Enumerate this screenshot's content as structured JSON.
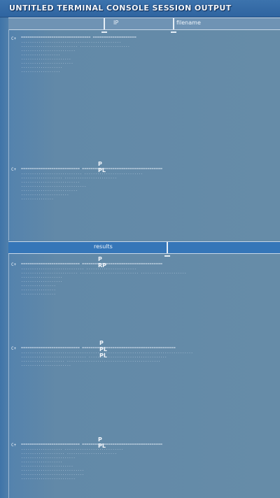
{
  "window": {
    "title": "UNTITLED TERMINAL CONSOLE SESSION OUTPUT"
  },
  "top_bar": {
    "tab_label": "IP",
    "right_label": "filename"
  },
  "mid_bar": {
    "tab_label": "results"
  },
  "sections": [
    {
      "marker": "C+",
      "rows": [
        "================================  ====================",
        "..............................................",
        "..........................  .......................",
        ".........................",
        "..................",
        ".......................",
        "........................",
        "...................",
        ".................."
      ]
    },
    {
      "marker": "C+",
      "header": "P  PL",
      "rows": [
        "===========================   =====================================",
        "............................  ...........................",
        "...................  ........................",
        "...........................",
        "..............................",
        "..........................",
        "......................",
        "..............."
      ]
    },
    {
      "marker": "C+",
      "header": "P  RP",
      "rows": [
        "===========================   =====================================",
        ".............................  .......................",
        "..........................  ...........................  .....................",
        "...................",
        "...................",
        "................",
        "................",
        "................"
      ]
    },
    {
      "marker": "C+",
      "header": "P  PL        PL",
      "rows": [
        "===========================   ===========================================",
        "...............................................................................",
        "..............................   ....................................",
        "....................   ...........................................",
        "......................."
      ]
    },
    {
      "marker": "C+",
      "header": "P  PL",
      "rows": [
        "===========================   =====================================",
        "...................  ...........................",
        "....................  .......................",
        ".........................",
        "...................",
        "........................",
        ".............................",
        ".............................",
        "........................."
      ]
    }
  ]
}
